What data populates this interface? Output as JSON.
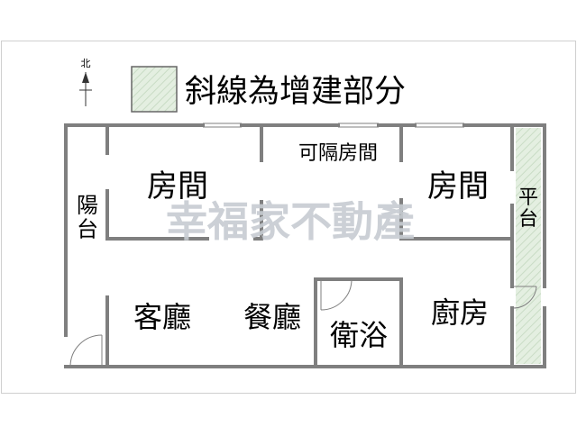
{
  "compass": {
    "label": "北"
  },
  "legend": {
    "text": "斜線為增建部分",
    "hatch_color": "#dbe9d8"
  },
  "watermark": {
    "text": "幸福家不動產",
    "color": "#c7ccd2"
  },
  "rooms": {
    "balcony": "陽台",
    "bedroom_left": "房間",
    "partition_room": "可隔房間",
    "bedroom_right": "房間",
    "platform": "平台",
    "living_room": "客廳",
    "dining_room": "餐廳",
    "bathroom": "衛浴",
    "kitchen": "廚房"
  },
  "colors": {
    "wall": "#7f7f7f",
    "text": "#000000"
  }
}
